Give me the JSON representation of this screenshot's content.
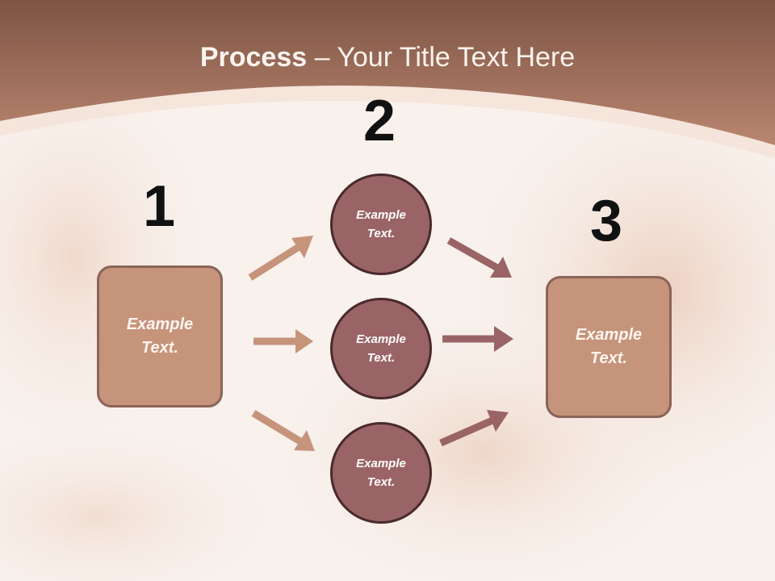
{
  "title": {
    "bold": "Process",
    "rest": " – Your Title Text Here"
  },
  "steps": {
    "one": "1",
    "two": "2",
    "three": "3"
  },
  "boxes": {
    "left": "Example\nText.",
    "right": "Example\nText."
  },
  "circles": {
    "top": "Example\nText.",
    "middle": "Example\nText.",
    "bottom": "Example\nText."
  },
  "colors": {
    "header": "#a4715e",
    "box_fill": "#c6937b",
    "circle_fill": "#9a6466",
    "arrow_left": "#c6937b",
    "arrow_right": "#9a6466"
  }
}
